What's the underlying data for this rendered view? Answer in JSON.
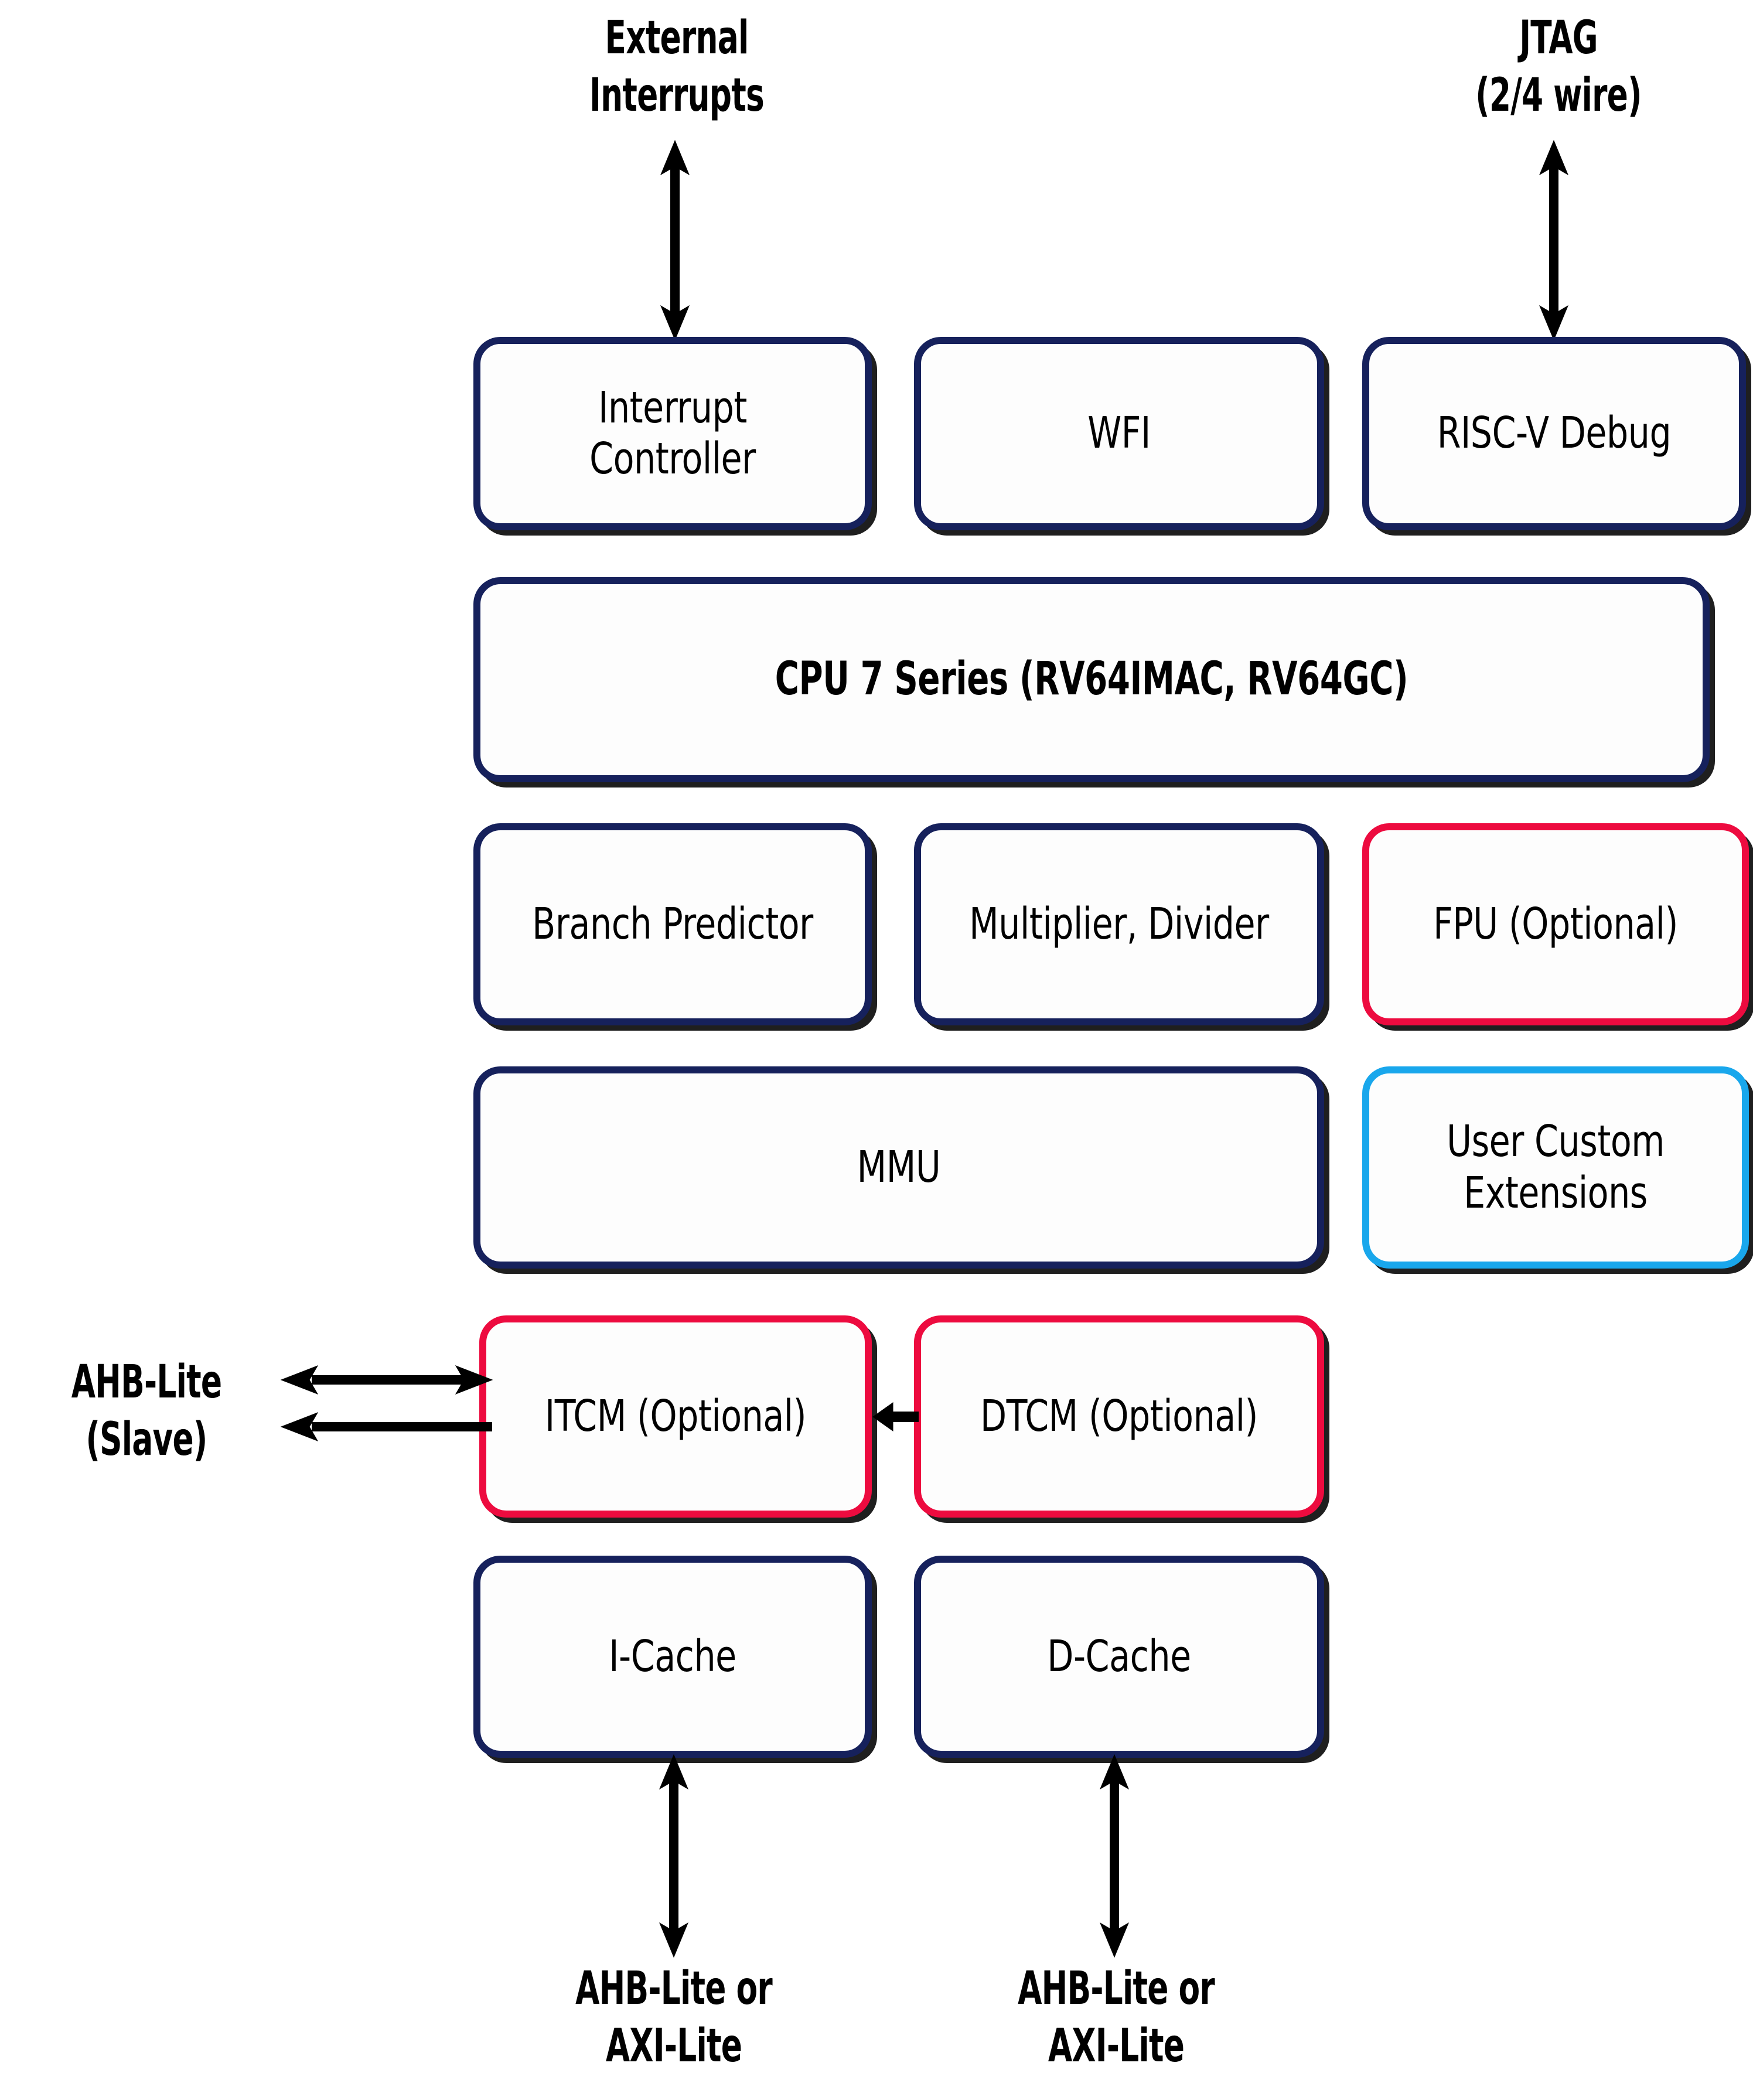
{
  "diagram": {
    "title": "RISC-V CPU core block diagram",
    "colors": {
      "navy": "#16215c",
      "red": "#ed0b3f",
      "cyan": "#19a7ec",
      "box_fill": "#fdfdfd",
      "arrow": "#000000",
      "background": "#ffffff"
    },
    "external_labels": {
      "external_interrupts": "External\nInterrupts",
      "jtag": "JTAG\n(2/4 wire)",
      "ahb_lite_slave": "AHB-Lite\n(Slave)",
      "icache_bus": "AHB-Lite or\nAXI-Lite",
      "dcache_bus": "AHB-Lite or\nAXI-Lite"
    },
    "blocks": [
      {
        "id": "interrupt-controller",
        "label": "Interrupt\nController",
        "border": "navy"
      },
      {
        "id": "wfi",
        "label": "WFI",
        "border": "navy"
      },
      {
        "id": "riscv-debug",
        "label": "RISC-V\nDebug",
        "border": "navy"
      },
      {
        "id": "cpu",
        "label": "CPU\n7 Series (RV64IMAC, RV64GC)",
        "border": "navy"
      },
      {
        "id": "branch-predictor",
        "label": "Branch\nPredictor",
        "border": "navy"
      },
      {
        "id": "multiplier-divider",
        "label": "Multiplier,\nDivider",
        "border": "navy"
      },
      {
        "id": "fpu",
        "label": "FPU\n(Optional)",
        "border": "red"
      },
      {
        "id": "mmu",
        "label": "MMU",
        "border": "navy"
      },
      {
        "id": "user-custom-extensions",
        "label": "User Custom\nExtensions",
        "border": "cyan"
      },
      {
        "id": "itcm",
        "label": "ITCM\n(Optional)",
        "border": "red"
      },
      {
        "id": "dtcm",
        "label": "DTCM\n(Optional)",
        "border": "red"
      },
      {
        "id": "i-cache",
        "label": "I-Cache",
        "border": "navy"
      },
      {
        "id": "d-cache",
        "label": "D-Cache",
        "border": "navy"
      }
    ],
    "connections": [
      {
        "id": "interrupts-link",
        "from": "External Interrupts",
        "to": "Interrupt Controller",
        "style": "double-headed-vertical"
      },
      {
        "id": "jtag-link",
        "from": "JTAG (2/4 wire)",
        "to": "RISC-V Debug",
        "style": "double-headed-vertical"
      },
      {
        "id": "ahb-slave-link-1",
        "from": "AHB-Lite (Slave)",
        "to": "ITCM (Optional)",
        "style": "double-headed-horizontal"
      },
      {
        "id": "ahb-slave-link-2",
        "from": "ITCM (Optional)",
        "to": "AHB-Lite (Slave)",
        "style": "single-headed-left"
      },
      {
        "id": "dtcm-itcm-link",
        "from": "DTCM (Optional)",
        "to": "ITCM (Optional)",
        "style": "single-headed-left"
      },
      {
        "id": "icache-bus-link",
        "from": "I-Cache",
        "to": "AHB-Lite or AXI-Lite",
        "style": "double-headed-vertical"
      },
      {
        "id": "dcache-bus-link",
        "from": "D-Cache",
        "to": "AHB-Lite or AXI-Lite",
        "style": "double-headed-vertical"
      }
    ]
  }
}
